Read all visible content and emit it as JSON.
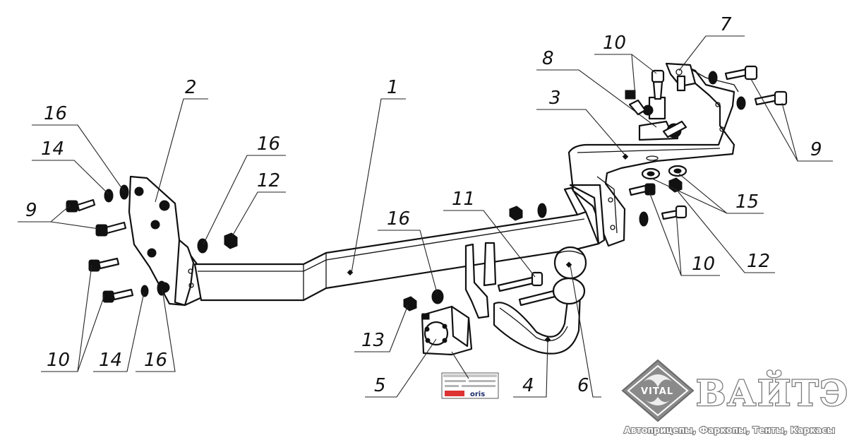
{
  "diagram": {
    "callouts": [
      {
        "id": "c1",
        "text": "1"
      },
      {
        "id": "c2",
        "text": "2"
      },
      {
        "id": "c3",
        "text": "3"
      },
      {
        "id": "c4",
        "text": "4"
      },
      {
        "id": "c5",
        "text": "5"
      },
      {
        "id": "c6",
        "text": "6"
      },
      {
        "id": "c7",
        "text": "7"
      },
      {
        "id": "c8",
        "text": "8"
      },
      {
        "id": "c9a",
        "text": "9"
      },
      {
        "id": "c9b",
        "text": "9"
      },
      {
        "id": "c10a",
        "text": "10"
      },
      {
        "id": "c10b",
        "text": "10"
      },
      {
        "id": "c10c",
        "text": "10"
      },
      {
        "id": "c11",
        "text": "11"
      },
      {
        "id": "c12a",
        "text": "12"
      },
      {
        "id": "c12b",
        "text": "12"
      },
      {
        "id": "c13",
        "text": "13"
      },
      {
        "id": "c14a",
        "text": "14"
      },
      {
        "id": "c14b",
        "text": "14"
      },
      {
        "id": "c15",
        "text": "15"
      },
      {
        "id": "c16a",
        "text": "16"
      },
      {
        "id": "c16b",
        "text": "16"
      },
      {
        "id": "c16c",
        "text": "16"
      },
      {
        "id": "c16d",
        "text": "16"
      }
    ],
    "plate_brand": "oris"
  },
  "logo": {
    "emblem_text": "VITAL",
    "wordmark": "ВАЙТЭЛ",
    "tagline": "Автоприцепы, Фаркопы, Тенты, Каркасы",
    "colors": {
      "gray": "#7a7a7a",
      "dark": "#555555"
    }
  }
}
